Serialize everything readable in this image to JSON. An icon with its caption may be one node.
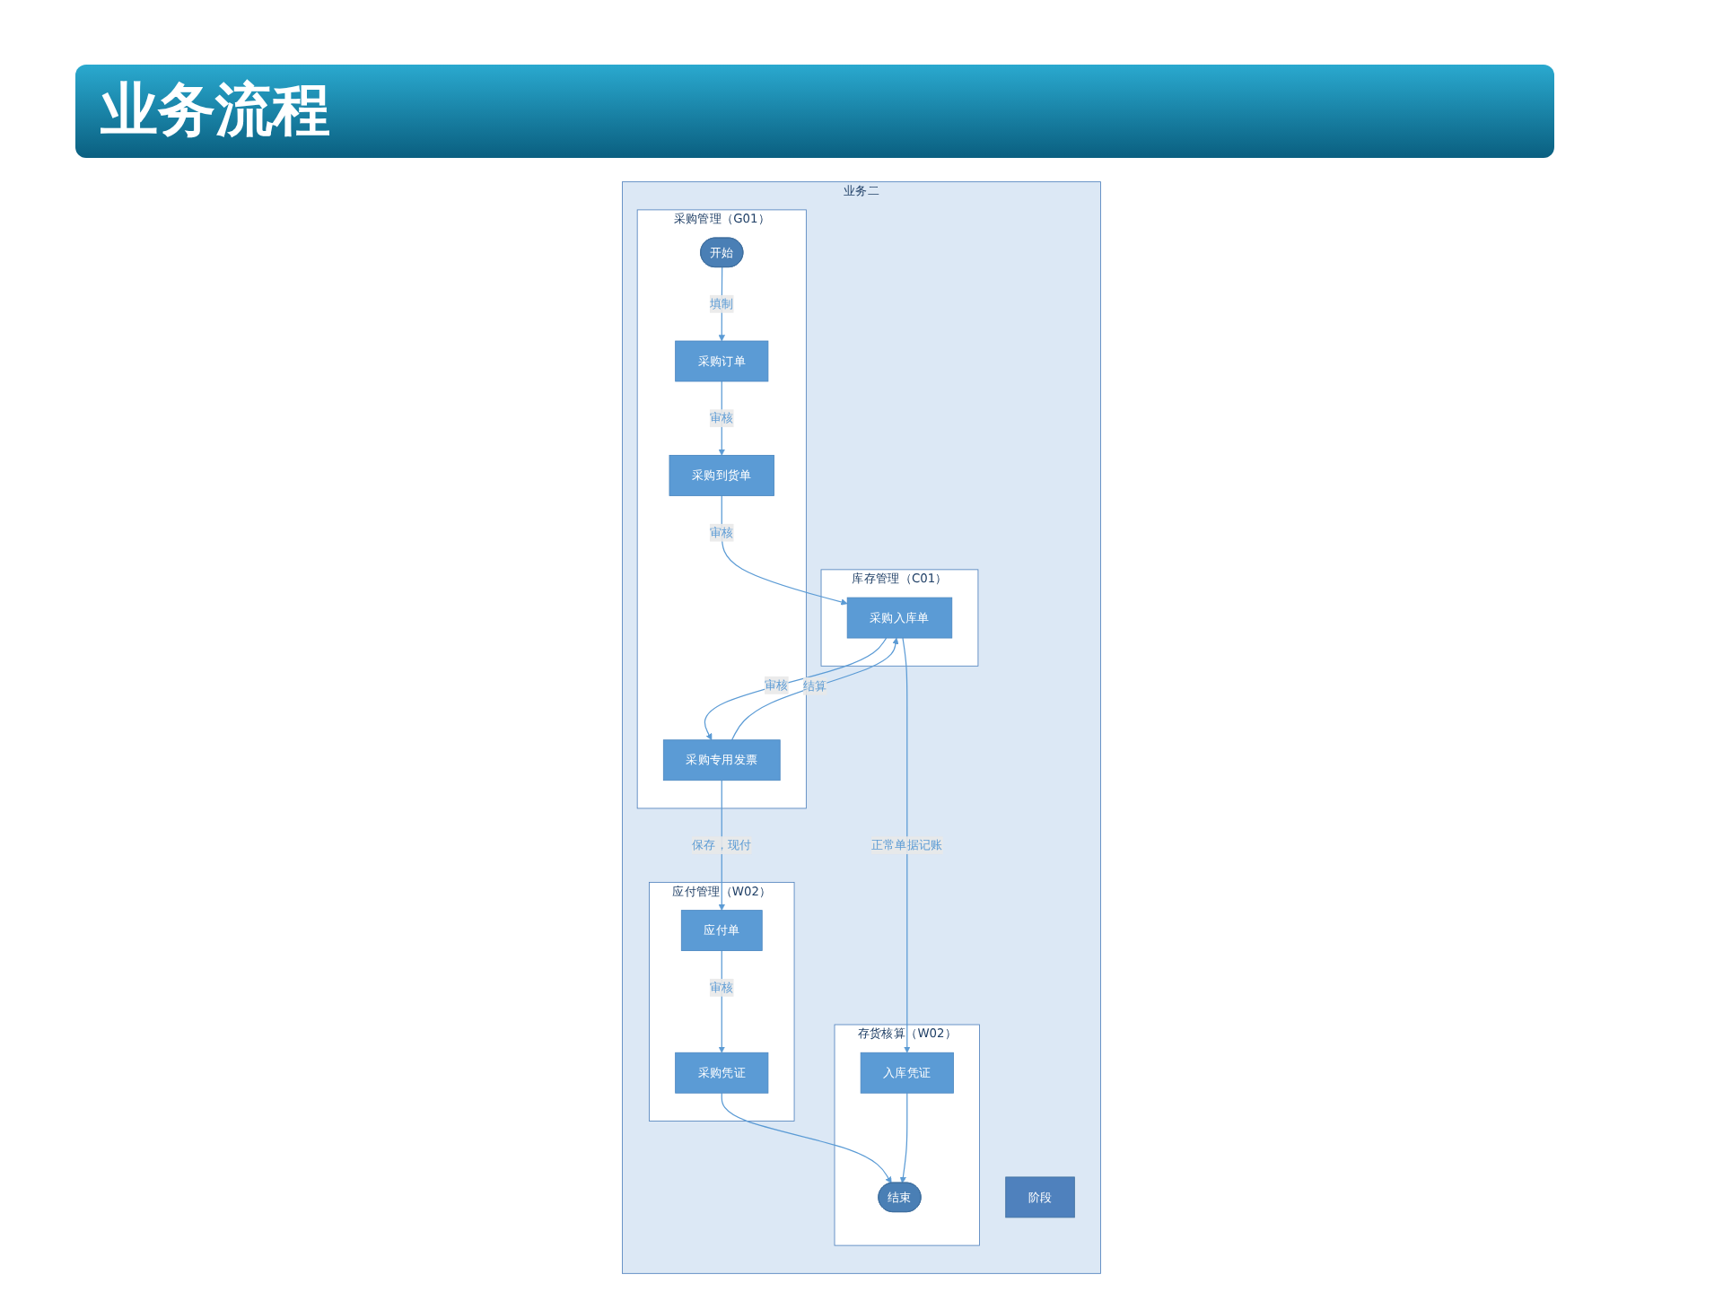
{
  "diagram": {
    "title": "业务流程",
    "nodes": [
      {
        "text": [
          "业务二"
        ]
      },
      {
        "text": [
          "阶段"
        ],
        "in": 0
      },
      {
        "text": [
          "应付管理（W02）"
        ],
        "in": 0
      },
      {
        "text": [
          "采购管理（G01）"
        ],
        "in": 0
      },
      {
        "text": [
          "库存管理（C01）"
        ],
        "in": 0
      },
      {
        "text": [
          "存货核算（W02）"
        ],
        "in": 0
      },
      {
        "text": [
          "开始"
        ],
        "in": 3
      },
      {
        "text": [
          "采购订单"
        ],
        "in": 3
      },
      {
        "text": [
          "采购到货单"
        ],
        "in": 3
      },
      {
        "text": [
          "采购入库单"
        ],
        "in": 4
      },
      {
        "text": [
          "采购专用发票"
        ],
        "in": 3
      },
      {
        "text": [
          "应付单"
        ],
        "in": 2
      },
      {
        "text": [
          "采购凭证"
        ],
        "in": 2
      },
      {
        "text": [
          "入库凭证"
        ],
        "in": 5
      },
      {
        "text": [
          "结束"
        ],
        "in": 5
      }
    ],
    "edges": [
      {
        "from": 6,
        "to": 7,
        "arrow": "to",
        "label": "填制"
      },
      {
        "from": 7,
        "to": 8,
        "arrow": "to",
        "label": "审核"
      },
      {
        "from": 8,
        "to": 9,
        "arrow": "to",
        "label": "审核"
      },
      {
        "from": 10,
        "to": 9,
        "arrow": "to",
        "label": "结算"
      },
      {
        "from": 9,
        "to": 10,
        "arrow": "to",
        "label": "审核"
      },
      {
        "from": 9,
        "to": 13,
        "arrow": "to",
        "label": "正常单据记账"
      },
      {
        "from": 10,
        "to": 11,
        "arrow": "to",
        "label": "保存，现付"
      },
      {
        "from": 11,
        "to": 12,
        "arrow": "to",
        "label": "审核"
      },
      {
        "from": 12,
        "to": 14,
        "arrow": "to"
      },
      {
        "from": 13,
        "to": 14,
        "arrow": "to"
      }
    ]
  }
}
